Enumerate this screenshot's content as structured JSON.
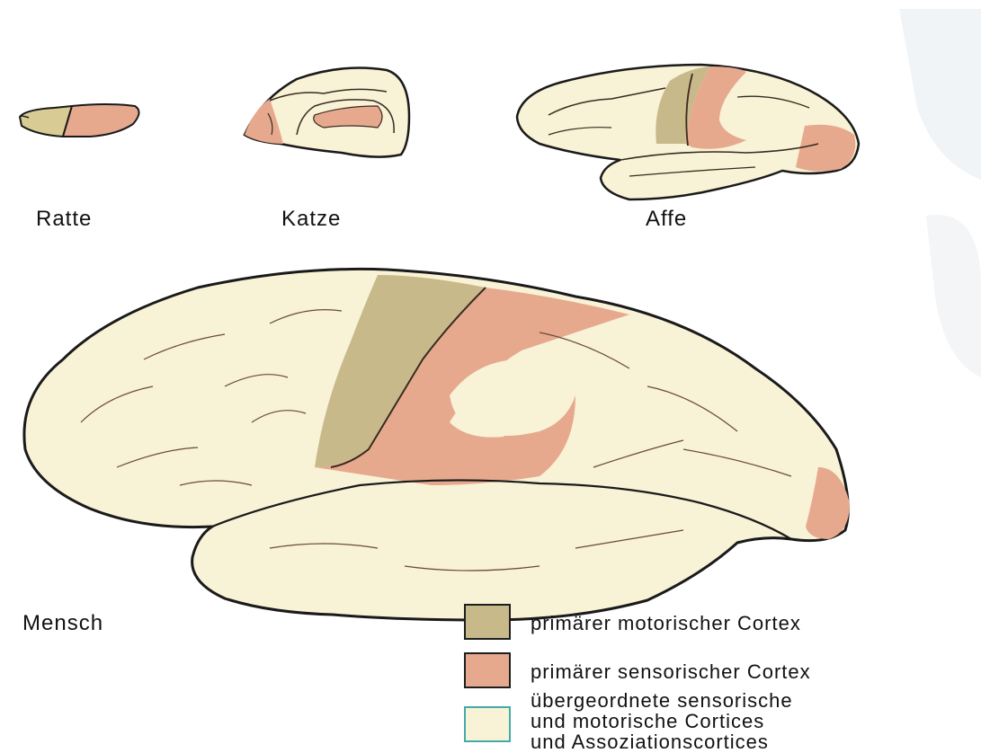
{
  "labels": {
    "rat": "Ratte",
    "cat": "Katze",
    "monkey": "Affe",
    "human": "Mensch"
  },
  "legend": {
    "motor": {
      "label": "primärer motorischer Cortex",
      "color": "#c8b98a"
    },
    "sensory": {
      "label": "primärer sensorischer Cortex",
      "color": "#e6a98e"
    },
    "association": {
      "line1": "übergeordnete sensorische",
      "line2": "und motorische Cortices",
      "line3": "und Assoziationscortices",
      "color": "#f8f2d6"
    }
  },
  "colors": {
    "outline": "#1a1a1a",
    "sulcus": "#3a2a20",
    "cortex_base": "#f8f2d6"
  }
}
